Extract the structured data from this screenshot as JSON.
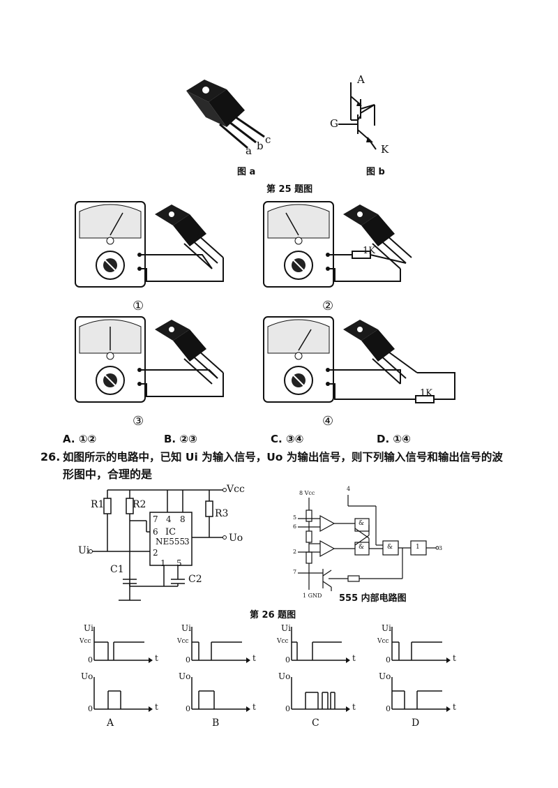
{
  "q25": {
    "fig_a_label": "图 a",
    "fig_b_label": "图 b",
    "pin_a": "a",
    "pin_b": "b",
    "pin_c": "c",
    "term_a": "A",
    "term_g": "G",
    "term_k": "K",
    "figure_title": "第 25 题图",
    "meter_labels": [
      "①",
      "②",
      "③",
      "④"
    ],
    "resistor_label": "1K",
    "options": [
      {
        "letter": "A.",
        "value": "①②"
      },
      {
        "letter": "B.",
        "value": "②③"
      },
      {
        "letter": "C.",
        "value": "③④"
      },
      {
        "letter": "D.",
        "value": "①④"
      }
    ]
  },
  "q26": {
    "number": "26.",
    "text_line1": "如图所示的电路中，已知 Ui 为输入信号，Uo 为输出信号，则下列输入信号和输出信号的波",
    "text_line2": "形图中，合理的是",
    "circuit": {
      "vcc": "Vcc",
      "r1": "R1",
      "r2": "R2",
      "r3": "R3",
      "ic": "IC",
      "chip": "NE555",
      "ui": "Ui",
      "uo": "Uo",
      "c1": "C1",
      "c2": "C2",
      "pins": [
        "7",
        "4",
        "8",
        "6",
        "3",
        "2",
        "1",
        "5"
      ]
    },
    "internal": {
      "title": "555 内部电路图",
      "vcc_label": "8 Vcc",
      "gnd_label": "1 GND",
      "pin4": "4",
      "pin5": "5",
      "pin6": "6",
      "pin2": "2",
      "pin7": "7",
      "pin3": "3",
      "and": "&",
      "one": "1"
    },
    "figure_title": "第 26 题图",
    "waves": {
      "ui": "Ui",
      "uo": "Uo",
      "vcc": "Vcc",
      "zero": "0",
      "t": "t",
      "options": [
        "A",
        "B",
        "C",
        "D"
      ]
    }
  }
}
